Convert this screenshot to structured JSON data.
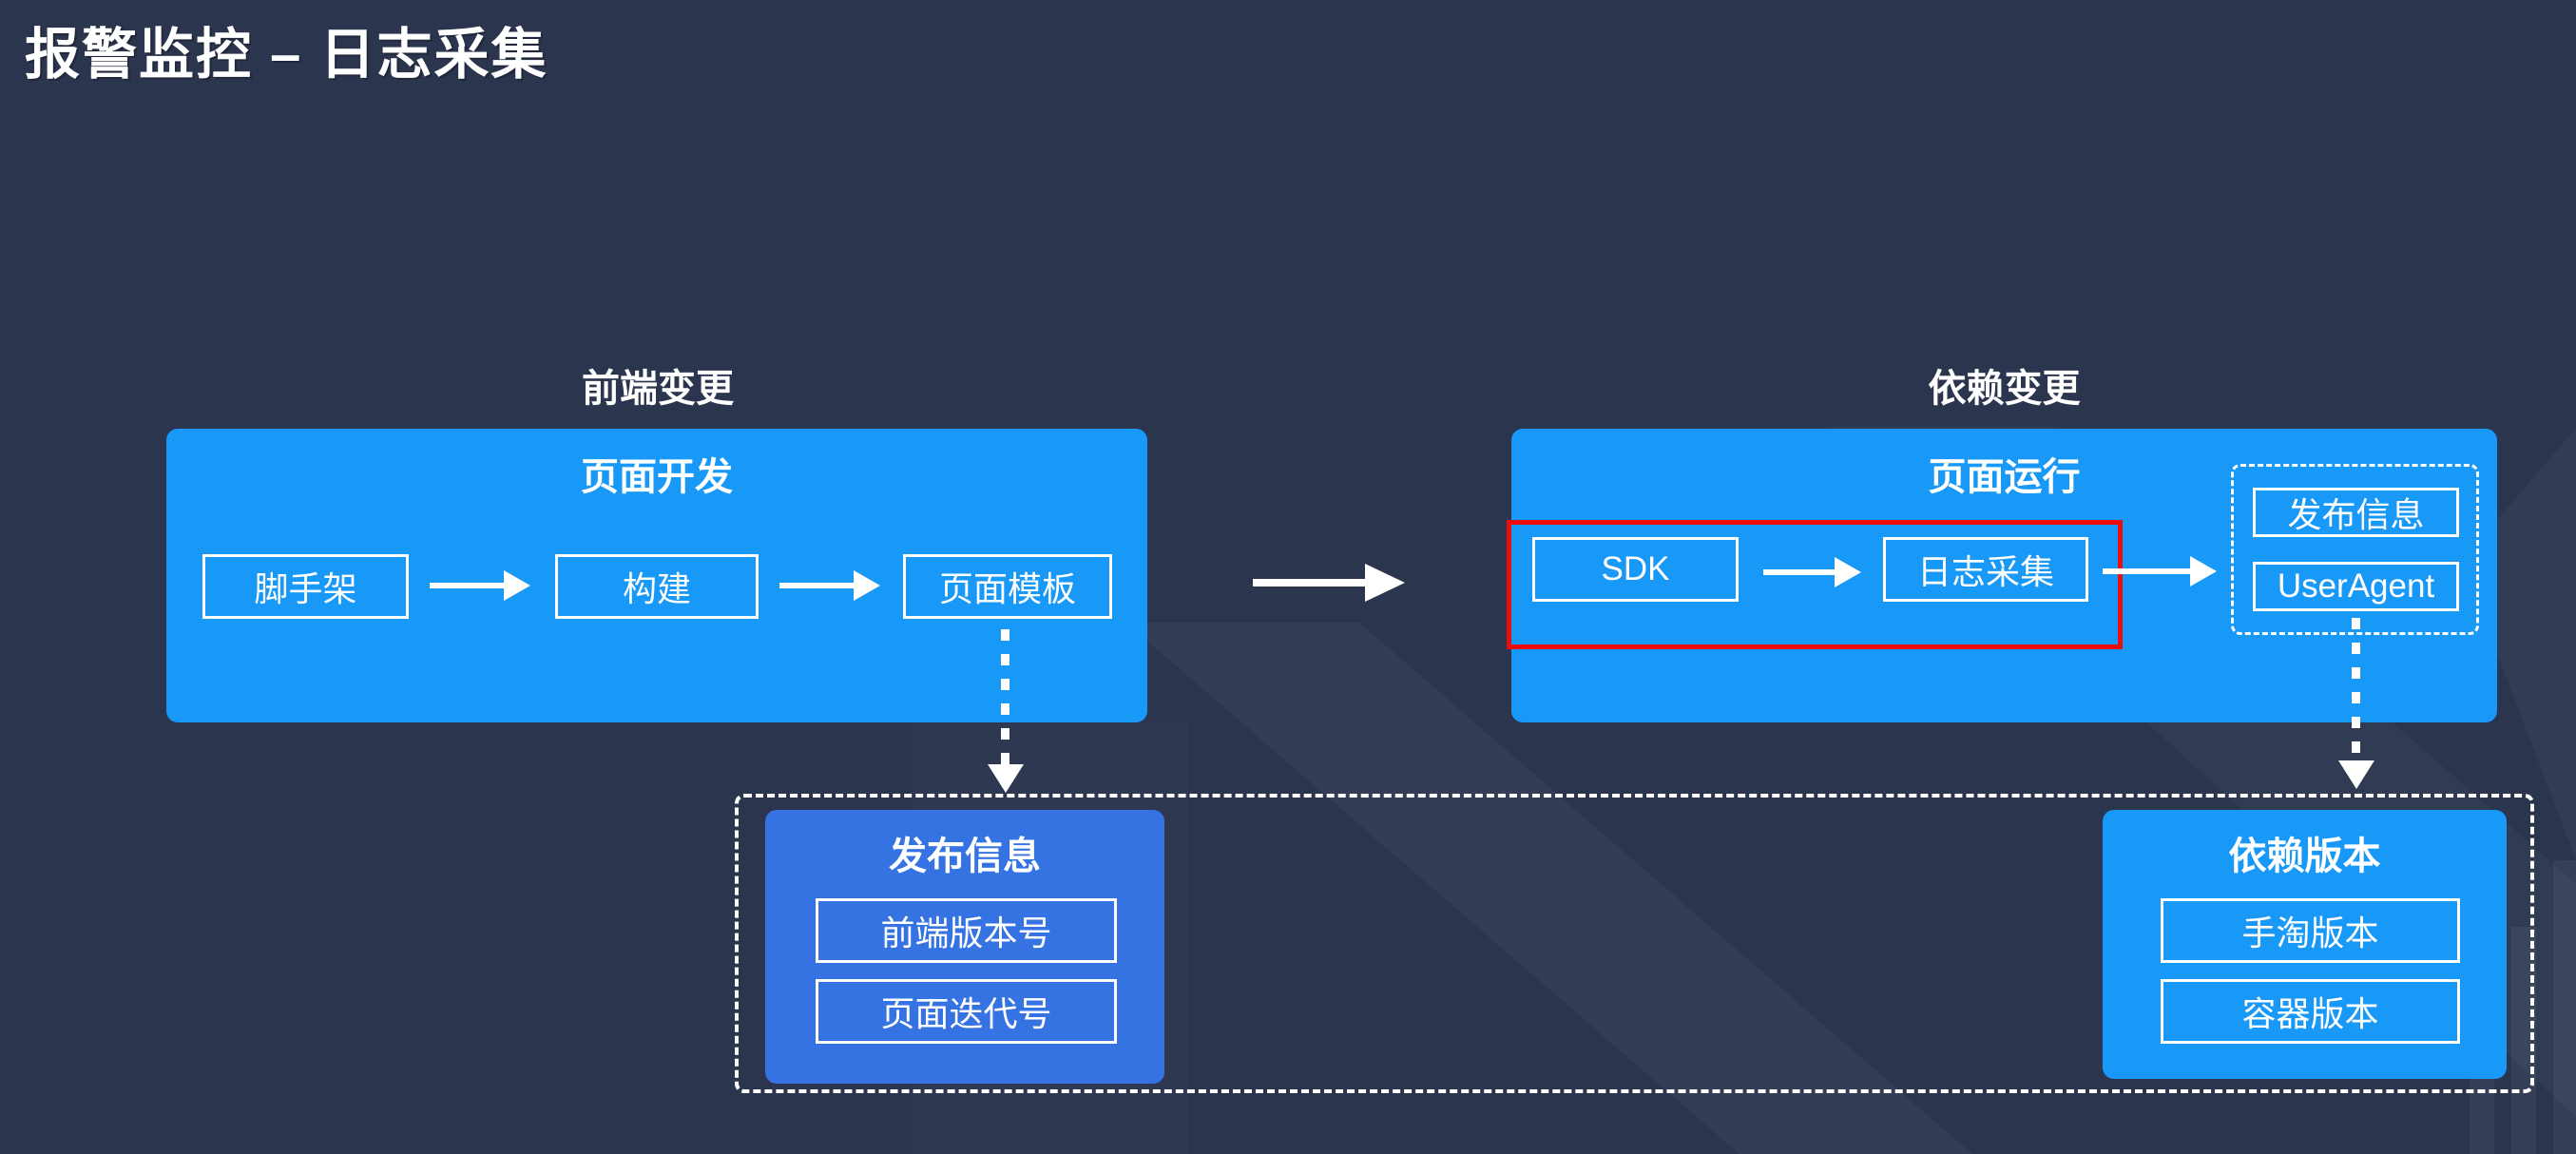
{
  "title": "报警监控 – 日志采集",
  "frontend": {
    "label": "前端变更",
    "box_title": "页面开发",
    "steps": [
      "脚手架",
      "构建",
      "页面模板"
    ]
  },
  "dependency": {
    "label": "依赖变更",
    "box_title": "页面运行",
    "sdk": "SDK",
    "log_collect": "日志采集",
    "outputs": {
      "release": "发布信息",
      "useragent": "UserAgent"
    }
  },
  "bottom": {
    "release": {
      "title": "发布信息",
      "items": [
        "前端版本号",
        "页面迭代号"
      ]
    },
    "deps": {
      "title": "依赖版本",
      "items": [
        "手淘版本",
        "容器版本"
      ]
    }
  },
  "colors": {
    "background": "#2b354e",
    "primary_blue": "#1898f7",
    "royal_blue": "#3573e3",
    "highlight_red": "#ee0b0b",
    "text": "#ffffff"
  }
}
